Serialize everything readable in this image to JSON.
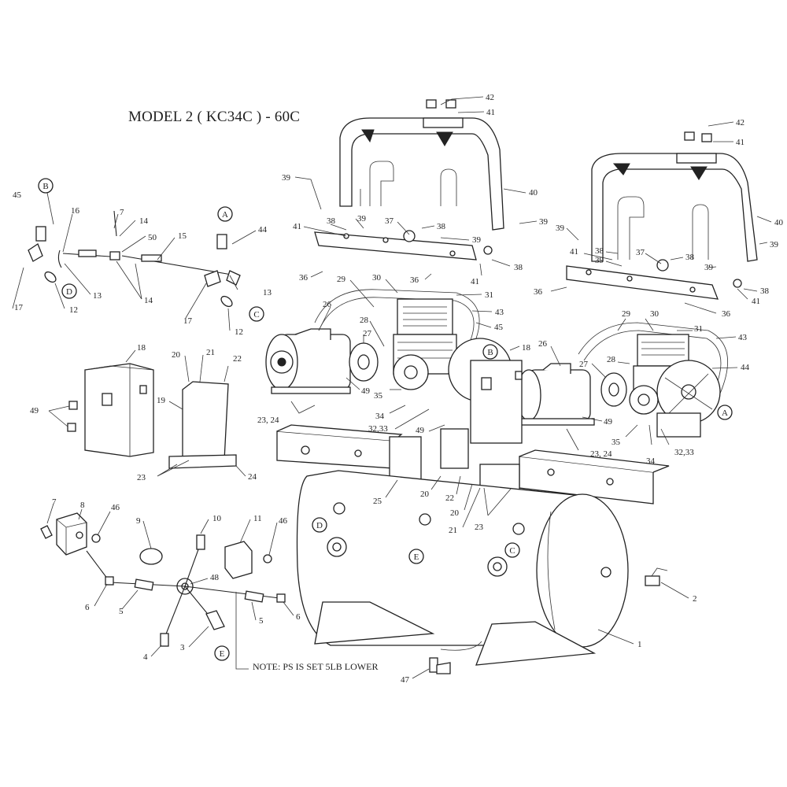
{
  "title": "MODEL 2 ( KC34C ) - 60C",
  "note": "NOTE: PS IS SET 5LB LOWER",
  "circled_markers": [
    "A",
    "B",
    "C",
    "D",
    "E"
  ],
  "part_numbers": [
    "1",
    "2",
    "3",
    "4",
    "5",
    "6",
    "7",
    "8",
    "9",
    "10",
    "11",
    "12",
    "13",
    "14",
    "15",
    "16",
    "17",
    "18",
    "19",
    "20",
    "21",
    "22",
    "23",
    "24",
    "25",
    "26",
    "27",
    "28",
    "29",
    "30",
    "31",
    "32,33",
    "34",
    "35",
    "36",
    "37",
    "38",
    "39",
    "40",
    "41",
    "42",
    "43",
    "44",
    "45",
    "46",
    "47",
    "48",
    "49",
    "50",
    "23, 24"
  ]
}
